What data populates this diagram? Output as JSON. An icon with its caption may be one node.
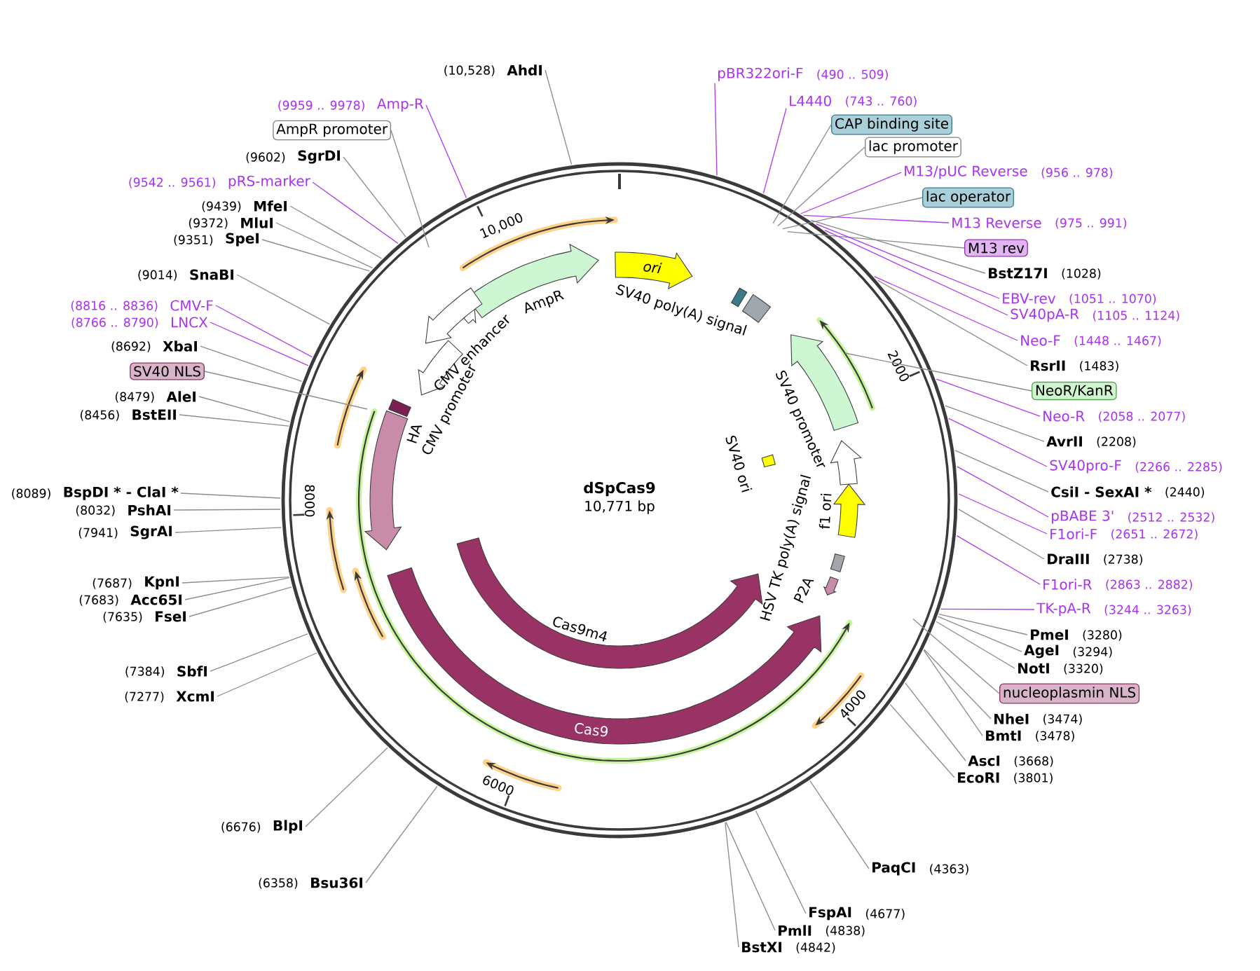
{
  "diagram": {
    "title": "dSpCas9",
    "nodes": [
      {
        "text": [
          "AhdI"
        ],
        "beside": [
          "(10,528)"
        ]
      },
      {
        "text": [
          "Amp-R"
        ],
        "beside": [
          "(9959 .. 9978)"
        ]
      },
      {
        "text": [
          "AmpR promoter"
        ]
      },
      {
        "text": [
          "SgrDI"
        ],
        "beside": [
          "(9602)"
        ]
      },
      {
        "text": [
          "pRS-marker"
        ],
        "beside": [
          "(9542 .. 9561)"
        ]
      },
      {
        "text": [
          "MfeI"
        ],
        "beside": [
          "(9439)"
        ]
      },
      {
        "text": [
          "MluI"
        ],
        "beside": [
          "(9372)"
        ]
      },
      {
        "text": [
          "SpeI"
        ],
        "beside": [
          "(9351)"
        ]
      },
      {
        "text": [
          "SnaBI"
        ],
        "beside": [
          "(9014)"
        ]
      },
      {
        "text": [
          "CMV-F"
        ],
        "beside": [
          "(8816 .. 8836)"
        ]
      },
      {
        "text": [
          "LNCX"
        ],
        "beside": [
          "(8766 .. 8790)"
        ]
      },
      {
        "text": [
          "XbaI"
        ],
        "beside": [
          "(8692)"
        ]
      },
      {
        "text": [
          "SV40 NLS"
        ]
      },
      {
        "text": [
          "AleI"
        ],
        "beside": [
          "(8479)"
        ]
      },
      {
        "text": [
          "BstEII"
        ],
        "beside": [
          "(8456)"
        ]
      },
      {
        "text": [
          "BspDI * - ClaI *"
        ],
        "beside": [
          "(8089)"
        ]
      },
      {
        "text": [
          "PshAI"
        ],
        "beside": [
          "(8032)"
        ]
      },
      {
        "text": [
          "SgrAI"
        ],
        "beside": [
          "(7941)"
        ]
      },
      {
        "text": [
          "KpnI"
        ],
        "beside": [
          "(7687)"
        ]
      },
      {
        "text": [
          "Acc65I"
        ],
        "beside": [
          "(7683)"
        ]
      },
      {
        "text": [
          "FseI"
        ],
        "beside": [
          "(7635)"
        ]
      },
      {
        "text": [
          "SbfI"
        ],
        "beside": [
          "(7384)"
        ]
      },
      {
        "text": [
          "XcmI"
        ],
        "beside": [
          "(7277)"
        ]
      },
      {
        "text": [
          "BlpI"
        ],
        "beside": [
          "(6676)"
        ]
      },
      {
        "text": [
          "Bsu36I"
        ],
        "beside": [
          "(6358)"
        ]
      },
      {
        "text": [
          "pBR322ori-F"
        ],
        "beside": [
          "(490 .. 509)"
        ]
      },
      {
        "text": [
          "L4440"
        ],
        "beside": [
          "(743 .. 760)"
        ]
      },
      {
        "text": [
          "CAP binding site"
        ]
      },
      {
        "text": [
          "lac promoter"
        ]
      },
      {
        "text": [
          "M13/pUC Reverse"
        ],
        "beside": [
          "(956 .. 978)"
        ]
      },
      {
        "text": [
          "lac operator"
        ]
      },
      {
        "text": [
          "M13 Reverse"
        ],
        "beside": [
          "(975 .. 991)"
        ]
      },
      {
        "text": [
          "M13 rev"
        ]
      },
      {
        "text": [
          "BstZ17I"
        ],
        "beside": [
          "(1028)"
        ]
      },
      {
        "text": [
          "EBV-rev"
        ],
        "beside": [
          "(1051 .. 1070)"
        ]
      },
      {
        "text": [
          "SV40pA-R"
        ],
        "beside": [
          "(1105 .. 1124)"
        ]
      },
      {
        "text": [
          "Neo-F"
        ],
        "beside": [
          "(1448 .. 1467)"
        ]
      },
      {
        "text": [
          "RsrII"
        ],
        "beside": [
          "(1483)"
        ]
      },
      {
        "text": [
          "NeoR/KanR"
        ]
      },
      {
        "text": [
          "Neo-R"
        ],
        "beside": [
          "(2058 .. 2077)"
        ]
      },
      {
        "text": [
          "AvrII"
        ],
        "beside": [
          "(2208)"
        ]
      },
      {
        "text": [
          "SV40pro-F"
        ],
        "beside": [
          "(2266 .. 2285)"
        ]
      },
      {
        "text": [
          "CsiI - SexAI *"
        ],
        "beside": [
          "(2440)"
        ]
      },
      {
        "text": [
          "pBABE 3'"
        ],
        "beside": [
          "(2512 .. 2532)"
        ]
      },
      {
        "text": [
          "F1ori-F"
        ],
        "beside": [
          "(2651 .. 2672)"
        ]
      },
      {
        "text": [
          "DraIII"
        ],
        "beside": [
          "(2738)"
        ]
      },
      {
        "text": [
          "F1ori-R"
        ],
        "beside": [
          "(2863 .. 2882)"
        ]
      },
      {
        "text": [
          "TK-pA-R"
        ],
        "beside": [
          "(3244 .. 3263)"
        ]
      },
      {
        "text": [
          "PmeI"
        ],
        "beside": [
          "(3280)"
        ]
      },
      {
        "text": [
          "AgeI"
        ],
        "beside": [
          "(3294)"
        ]
      },
      {
        "text": [
          "NotI"
        ],
        "beside": [
          "(3320)"
        ]
      },
      {
        "text": [
          "nucleoplasmin NLS"
        ]
      },
      {
        "text": [
          "NheI"
        ],
        "beside": [
          "(3474)"
        ]
      },
      {
        "text": [
          "BmtI"
        ],
        "beside": [
          "(3478)"
        ]
      },
      {
        "text": [
          "AscI"
        ],
        "beside": [
          "(3668)"
        ]
      },
      {
        "text": [
          "EcoRI"
        ],
        "beside": [
          "(3801)"
        ]
      },
      {
        "text": [
          "PaqCI"
        ],
        "beside": [
          "(4363)"
        ]
      },
      {
        "text": [
          "FspAI"
        ],
        "beside": [
          "(4677)"
        ]
      },
      {
        "text": [
          "PmlI"
        ],
        "beside": [
          "(4838)"
        ]
      },
      {
        "text": [
          "BstXI"
        ],
        "beside": [
          "(4842)"
        ]
      },
      {
        "text": [
          "AmpR"
        ]
      },
      {
        "text": [
          "ori"
        ]
      },
      {
        "text": [
          "SV40 poly(A) signal"
        ]
      },
      {
        "text": [
          "SV40 promoter"
        ]
      },
      {
        "text": [
          "f1 ori"
        ]
      },
      {
        "text": [
          "SV40 ori"
        ]
      },
      {
        "text": [
          "HSV TK poly(A) signal"
        ]
      },
      {
        "text": [
          "P2A"
        ]
      },
      {
        "text": [
          "Cas9m4"
        ]
      },
      {
        "text": [
          "Cas9"
        ]
      },
      {
        "text": [],
        "shape": "arrow"
      },
      {
        "text": [
          "HA"
        ]
      },
      {
        "text": [
          "CMV promoter"
        ]
      },
      {
        "text": [
          "CMV enhancer"
        ]
      }
    ],
    "edges": [
      {
        "from": 0,
        "to": null,
        "arrow": "none"
      },
      {
        "from": 1,
        "to": null,
        "arrow": "none",
        "color": "#b03cf0"
      },
      {
        "from": 2,
        "to": null,
        "arrow": "none"
      },
      {
        "from": 3,
        "to": null,
        "arrow": "none"
      },
      {
        "from": 4,
        "to": null,
        "arrow": "none",
        "color": "#b03cf0"
      },
      {
        "from": 5,
        "to": null,
        "arrow": "none"
      },
      {
        "from": 6,
        "to": null,
        "arrow": "none"
      },
      {
        "from": 7,
        "to": null,
        "arrow": "none"
      },
      {
        "from": 8,
        "to": null,
        "arrow": "none"
      },
      {
        "from": 9,
        "to": null,
        "arrow": "none",
        "color": "#b03cf0"
      },
      {
        "from": 10,
        "to": null,
        "arrow": "none",
        "color": "#b03cf0"
      },
      {
        "from": 11,
        "to": null,
        "arrow": "none"
      },
      {
        "from": 12,
        "to": null,
        "arrow": "none"
      },
      {
        "from": 13,
        "to": null,
        "arrow": "none"
      },
      {
        "from": 14,
        "to": null,
        "arrow": "none"
      },
      {
        "from": 15,
        "to": null,
        "arrow": "none"
      },
      {
        "from": 16,
        "to": null,
        "arrow": "none"
      },
      {
        "from": 17,
        "to": null,
        "arrow": "none"
      },
      {
        "from": 18,
        "to": null,
        "arrow": "none"
      },
      {
        "from": 19,
        "to": null,
        "arrow": "none"
      },
      {
        "from": 20,
        "to": null,
        "arrow": "none"
      },
      {
        "from": 21,
        "to": null,
        "arrow": "none"
      },
      {
        "from": 22,
        "to": null,
        "arrow": "none"
      },
      {
        "from": 23,
        "to": null,
        "arrow": "none"
      },
      {
        "from": 24,
        "to": null,
        "arrow": "none"
      },
      {
        "from": 25,
        "to": null,
        "arrow": "none",
        "color": "#b03cf0"
      },
      {
        "from": 26,
        "to": null,
        "arrow": "none",
        "color": "#b03cf0"
      },
      {
        "from": 27,
        "to": null,
        "arrow": "none"
      },
      {
        "from": 28,
        "to": null,
        "arrow": "none"
      },
      {
        "from": 29,
        "to": null,
        "arrow": "none",
        "color": "#b03cf0"
      },
      {
        "from": 30,
        "to": null,
        "arrow": "none"
      },
      {
        "from": 31,
        "to": null,
        "arrow": "none",
        "color": "#b03cf0"
      },
      {
        "from": 32,
        "to": null,
        "arrow": "none"
      },
      {
        "from": 33,
        "to": null,
        "arrow": "none"
      },
      {
        "from": 34,
        "to": null,
        "arrow": "none",
        "color": "#b03cf0"
      },
      {
        "from": 35,
        "to": null,
        "arrow": "none",
        "color": "#b03cf0"
      },
      {
        "from": 36,
        "to": null,
        "arrow": "none",
        "color": "#b03cf0"
      },
      {
        "from": 37,
        "to": null,
        "arrow": "none"
      },
      {
        "from": 38,
        "to": null,
        "arrow": "none"
      },
      {
        "from": 39,
        "to": null,
        "arrow": "none",
        "color": "#b03cf0"
      },
      {
        "from": 40,
        "to": null,
        "arrow": "none"
      },
      {
        "from": 41,
        "to": null,
        "arrow": "none",
        "color": "#b03cf0"
      },
      {
        "from": 42,
        "to": null,
        "arrow": "none"
      },
      {
        "from": 43,
        "to": null,
        "arrow": "none",
        "color": "#b03cf0"
      },
      {
        "from": 44,
        "to": null,
        "arrow": "none",
        "color": "#b03cf0"
      },
      {
        "from": 45,
        "to": null,
        "arrow": "none"
      },
      {
        "from": 46,
        "to": null,
        "arrow": "none",
        "color": "#b03cf0"
      },
      {
        "from": 47,
        "to": null,
        "arrow": "none",
        "color": "#b03cf0"
      },
      {
        "from": 48,
        "to": null,
        "arrow": "none"
      },
      {
        "from": 49,
        "to": null,
        "arrow": "none"
      },
      {
        "from": 50,
        "to": null,
        "arrow": "none"
      },
      {
        "from": 51,
        "to": null,
        "arrow": "none"
      },
      {
        "from": 52,
        "to": null,
        "arrow": "none"
      },
      {
        "from": 53,
        "to": null,
        "arrow": "none"
      },
      {
        "from": 54,
        "to": null,
        "arrow": "none"
      },
      {
        "from": 55,
        "to": null,
        "arrow": "none"
      },
      {
        "from": 56,
        "to": null,
        "arrow": "none"
      },
      {
        "from": 57,
        "to": null,
        "arrow": "none"
      },
      {
        "from": 58,
        "to": null,
        "arrow": "none"
      },
      {
        "from": 59,
        "to": null,
        "arrow": "none"
      }
    ],
    "labels": [
      "10,771 bp",
      "10,000",
      "2000",
      "4000",
      "6000",
      "8000"
    ]
  }
}
